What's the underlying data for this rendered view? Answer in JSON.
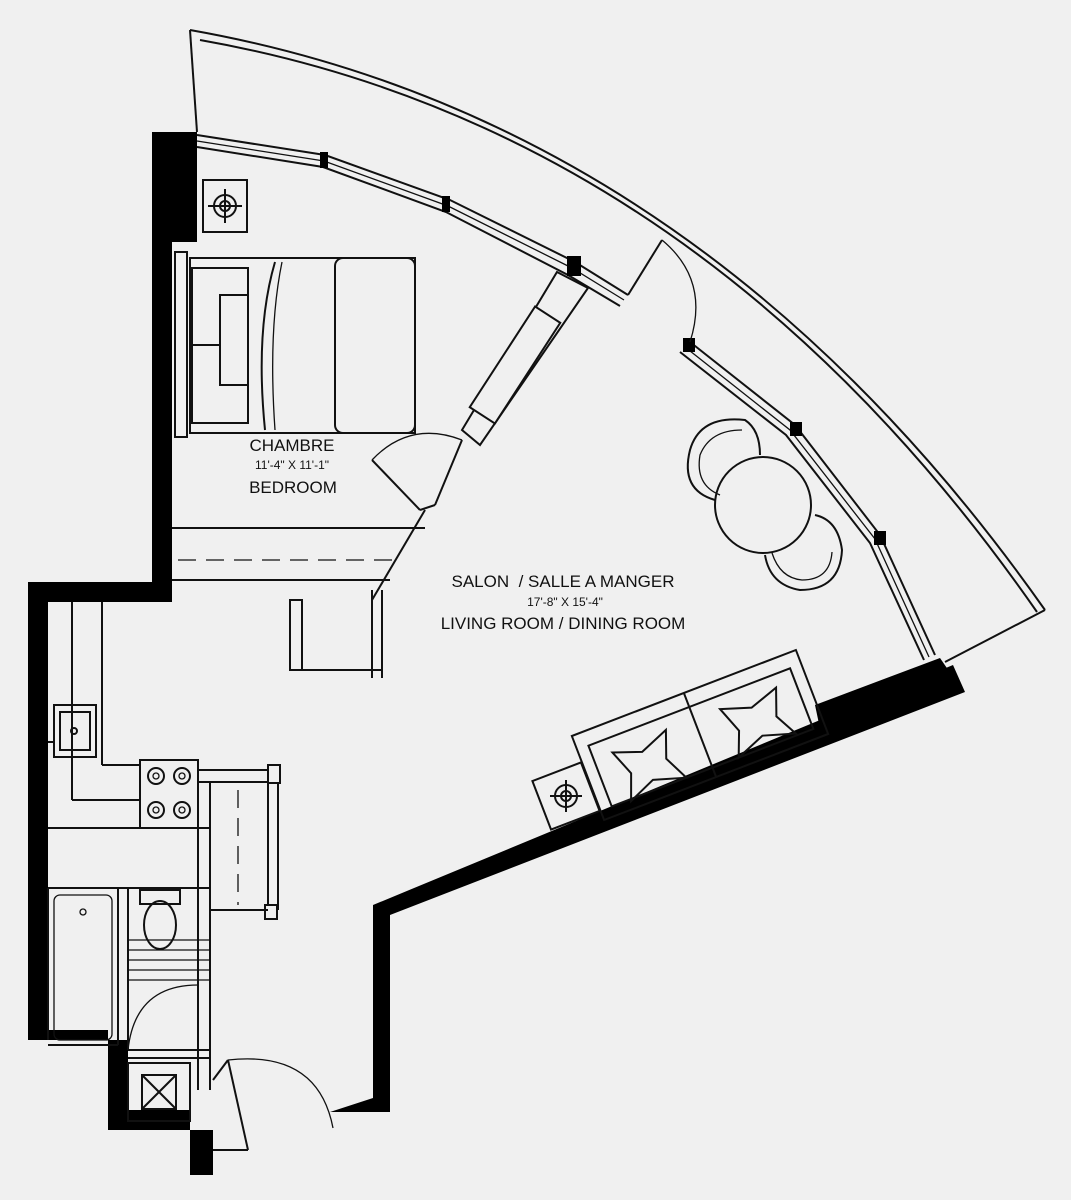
{
  "rooms": {
    "bedroom": {
      "name_fr": "CHAMBRE",
      "dimensions": "11'-4\" X 11'-1\"",
      "name_en": "BEDROOM"
    },
    "living": {
      "name_fr": "SALON  / SALLE A MANGER",
      "dimensions": "17'-8\" X 15'-4\"",
      "name_en": "LIVING ROOM / DINING ROOM"
    }
  },
  "colors": {
    "background": "#f0f0f0",
    "wall": "#000000",
    "line": "#111111"
  },
  "icons": [
    "thermostat-icon",
    "stove-burner-icon",
    "sink-icon",
    "toilet-icon",
    "bathtub-icon",
    "shower-drain-icon",
    "cushion-icon"
  ]
}
